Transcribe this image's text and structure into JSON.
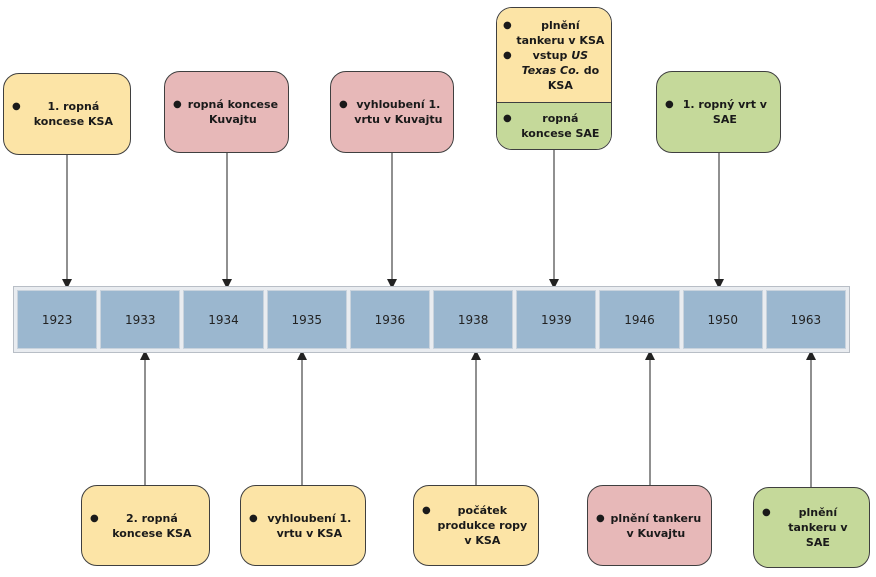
{
  "colors": {
    "yellow": "#fce4a6",
    "red": "#e7b8b8",
    "green": "#c5d99a",
    "year_cell": "#9bb7cf",
    "arrow": "#222222"
  },
  "years": [
    "1923",
    "1933",
    "1934",
    "1935",
    "1936",
    "1938",
    "1939",
    "1946",
    "1950",
    "1963"
  ],
  "top_events": [
    {
      "year_index": 0,
      "color": "yellow",
      "items": [
        "1. ropná koncese KSA"
      ]
    },
    {
      "year_index": 2,
      "color": "red",
      "items": [
        "ropná koncese Kuvajtu"
      ]
    },
    {
      "year_index": 4,
      "color": "red",
      "items": [
        "vyhloubení 1. vrtu v Kuvajtu"
      ]
    },
    {
      "year_index": 6,
      "color": "split",
      "upper": {
        "color": "yellow",
        "item1": "plnění tankeru v KSA",
        "item2_prefix": "vstup ",
        "item2_italic": "US Texas Co.",
        "item2_suffix": " do KSA"
      },
      "lower": {
        "color": "green",
        "item": "ropná koncese SAE"
      }
    },
    {
      "year_index": 8,
      "color": "green",
      "items": [
        "1. ropný vrt v SAE"
      ]
    }
  ],
  "bottom_events": [
    {
      "year_index": 1,
      "color": "yellow",
      "items": [
        "2. ropná koncese KSA"
      ]
    },
    {
      "year_index": 3,
      "color": "yellow",
      "items": [
        "vyhloubení 1. vrtu v KSA"
      ]
    },
    {
      "year_index": 5,
      "color": "yellow",
      "items": [
        "počátek produkce ropy v KSA"
      ]
    },
    {
      "year_index": 7,
      "color": "red",
      "items": [
        "plnění tankeru v Kuvajtu"
      ]
    },
    {
      "year_index": 9,
      "color": "green",
      "items": [
        "plnění tankeru v SAE"
      ]
    }
  ]
}
